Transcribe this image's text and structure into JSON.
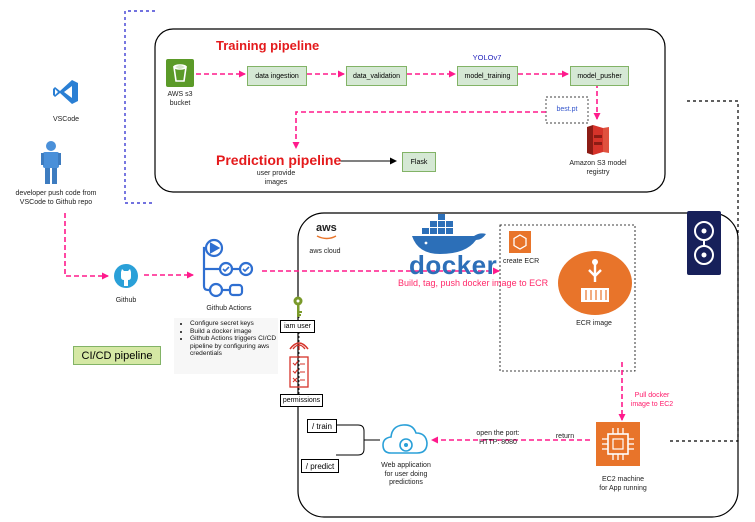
{
  "training": {
    "title": "Training pipeline",
    "s3_label": "AWS s3\nbucket",
    "steps": [
      "data ingestion",
      "data_validation",
      "model_training",
      "model_pusher"
    ],
    "model_tag": "YOLOv7",
    "artifact": "best.pt",
    "registry_label": "Amazon S3 model\nregistry"
  },
  "prediction": {
    "title": "Prediction pipeline",
    "user_label": "user provide\nimages",
    "app": "Flask"
  },
  "dev": {
    "vscode_label": "VSCode",
    "developer_label": "developer push code from\nVSCode to Github repo",
    "github_label": "Github",
    "actions_label": "Github Actions",
    "actions_notes": [
      "Configure secret keys",
      "Build a docker image",
      "Github Actions triggers CI/CD pipeline by configuring aws credentials"
    ],
    "cicd_label": "CI/CD pipeline"
  },
  "aws": {
    "logo": "aws",
    "cloud_label": "aws cloud",
    "docker_label": "docker",
    "docker_flow": "Build, tag, push docker image to ECR",
    "create_ecr": "create ECR",
    "ecr_image": "ECR image",
    "iam_user": "iam user",
    "permissions": "permissions",
    "pull_label": "Pull docker\nimage to EC2",
    "return_label": "return",
    "port_label": "open the port:\nHTTP: 8080",
    "ec2_label": "EC2 machine\nfor App running",
    "webapp_label": "Web application\nfor user doing\npredictions",
    "routes": [
      "/ train",
      "/ predict"
    ]
  },
  "colors": {
    "flow_pink": "#ff1a8c",
    "process_fill": "#d5e8d4",
    "process_border": "#82b366",
    "title_red": "#e41a1c",
    "aws_orange": "#e8742a",
    "s3_red": "#d6332a",
    "docker_blue": "#2c6fb8",
    "vscode_blue": "#2a7fd4",
    "github_blue": "#2aa0d8",
    "actions_blue": "#2f6fd1",
    "cicd_fill": "#d5e8a4"
  },
  "icons": [
    "vscode-icon",
    "developer-icon",
    "github-icon",
    "github-actions-icon",
    "s3-bucket-icon",
    "s3-registry-icon",
    "docker-icon",
    "ecr-icon",
    "ecr-image-icon",
    "ec2-icon",
    "key-icon",
    "permissions-icon",
    "web-app-icon",
    "circleci-icon",
    "aws-logo"
  ]
}
